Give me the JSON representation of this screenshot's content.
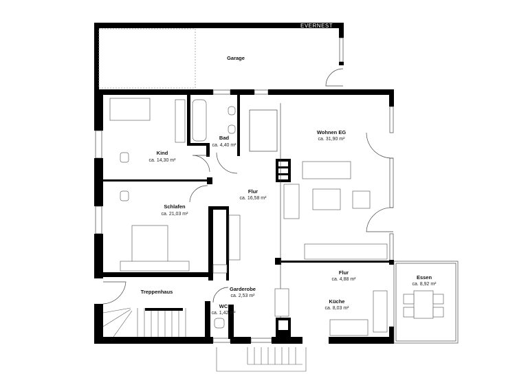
{
  "logo": "EVERNEST",
  "rooms": [
    {
      "name": "Garage",
      "area": ""
    },
    {
      "name": "Kind",
      "area": "ca. 14,30 m²"
    },
    {
      "name": "Bad",
      "area": "ca. 4,40 m²"
    },
    {
      "name": "Flur",
      "area": "ca. 16,58 m²"
    },
    {
      "name": "Schlafen",
      "area": "ca. 21,03 m²"
    },
    {
      "name": "Wohnen EG",
      "area": "ca. 31,90 m²"
    },
    {
      "name": "Flur",
      "area": "ca. 4,88 m²"
    },
    {
      "name": "Essen",
      "area": "ca. 8,92 m²"
    },
    {
      "name": "Küche",
      "area": "ca. 8,03 m²"
    },
    {
      "name": "Treppenhaus",
      "area": ""
    },
    {
      "name": "Garderobe",
      "area": "ca. 2,53 m²"
    },
    {
      "name": "WC",
      "area": "ca. 1,42 m²"
    }
  ]
}
